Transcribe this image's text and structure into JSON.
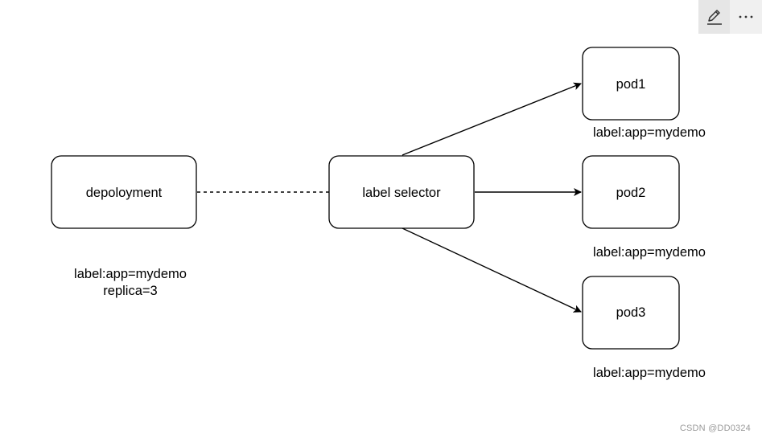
{
  "nodes": {
    "deployment": {
      "label": "depoloyment"
    },
    "selector": {
      "label": "label selector"
    },
    "pod1": {
      "label": "pod1"
    },
    "pod2": {
      "label": "pod2"
    },
    "pod3": {
      "label": "pod3"
    }
  },
  "annotations": {
    "deployment_label": "label:app=mydemo",
    "deployment_replica": "replica=3",
    "pod1_label": "label:app=mydemo",
    "pod2_label": "label:app=mydemo",
    "pod3_label": "label:app=mydemo"
  },
  "toolbar": {
    "edit_icon": "pencil-icon",
    "more_icon": "more-horizontal-icon"
  },
  "watermark": "CSDN @DD0324"
}
